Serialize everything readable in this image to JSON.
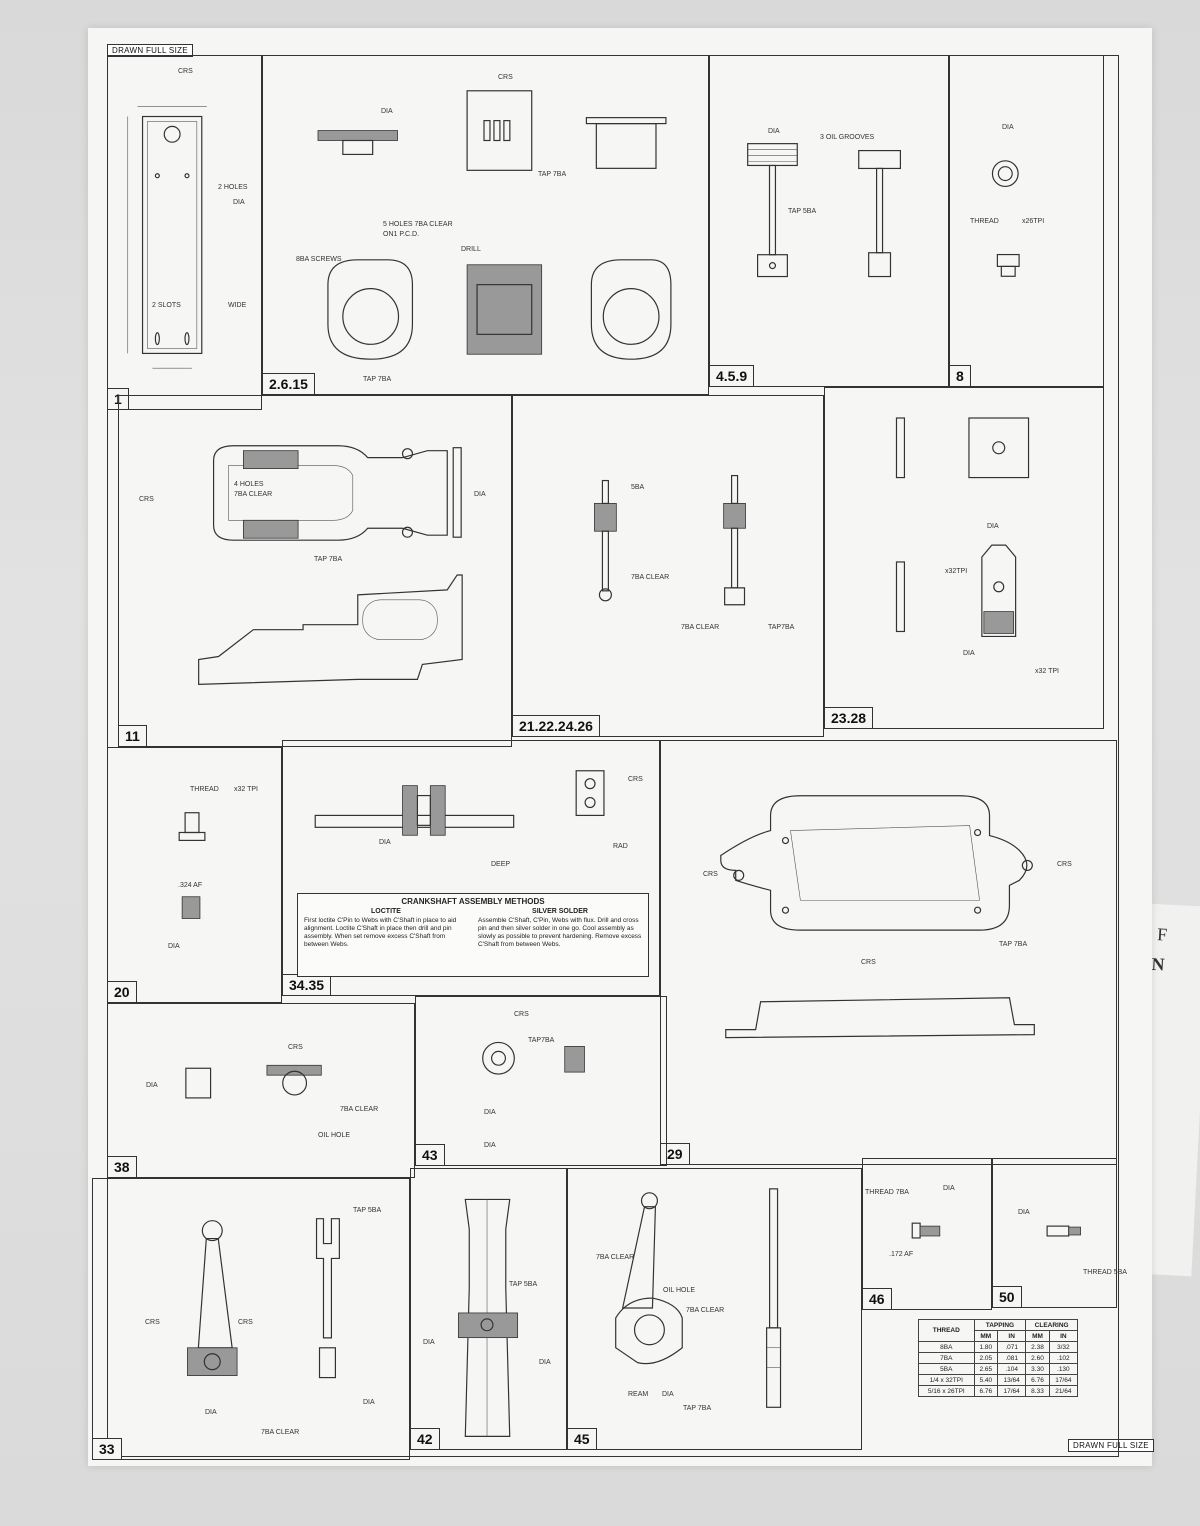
{
  "header": {
    "scale_label": "DRAWN FULL SIZE"
  },
  "footer": {
    "scale_label": "DRAWN FULL SIZE"
  },
  "panels": [
    {
      "id": "p1",
      "number": "1",
      "notes": [
        "2 HOLES",
        "2 SLOTS",
        "WIDE",
        "CRS",
        "DIA"
      ]
    },
    {
      "id": "p2",
      "number": "2.6.15",
      "notes": [
        "DIA",
        "CRS",
        "TAP 7BA",
        "5 HOLES 7BA CLEAR",
        "ON1 P.C.D.",
        "8BA SCREWS",
        "DRILL",
        "TAP 7BA"
      ]
    },
    {
      "id": "p3",
      "number": "4.5.9",
      "notes": [
        "DIA",
        "3 OIL GROOVES",
        "TAP 5BA"
      ]
    },
    {
      "id": "p4",
      "number": "8",
      "notes": [
        "DIA",
        "THREAD",
        "x26TPI"
      ]
    },
    {
      "id": "p5",
      "number": "11",
      "notes": [
        "CRS",
        "4 HOLES",
        "7BA CLEAR",
        "TAP 7BA",
        "DIA"
      ]
    },
    {
      "id": "p6",
      "number": "21.22.24.26",
      "notes": [
        "5BA",
        "7BA CLEAR",
        "7BA CLEAR",
        "TAP7BA"
      ]
    },
    {
      "id": "p7",
      "number": "23.28",
      "notes": [
        "DIA",
        "x32TPI",
        "DIA",
        "x32 TPI"
      ]
    },
    {
      "id": "p8",
      "number": "20",
      "notes": [
        "THREAD",
        "x32 TPI",
        ".324 AF",
        "DIA"
      ]
    },
    {
      "id": "p9",
      "number": "34.35",
      "notes": [
        "DIA",
        "DEEP",
        "RAD",
        "CRS"
      ]
    },
    {
      "id": "p10",
      "number": "29",
      "notes": [
        "CRS",
        "CRS",
        "TAP 7BA",
        "CRS"
      ]
    },
    {
      "id": "p11",
      "number": "38",
      "notes": [
        "DIA",
        "CRS",
        "7BA CLEAR",
        "OIL HOLE"
      ]
    },
    {
      "id": "p12",
      "number": "43",
      "notes": [
        "CRS",
        "TAP7BA",
        "DIA",
        "DIA"
      ]
    },
    {
      "id": "p13",
      "number": "33",
      "notes": [
        "CRS",
        "CRS",
        "TAP 5BA",
        "DIA",
        "7BA CLEAR",
        "DIA"
      ]
    },
    {
      "id": "p14",
      "number": "42",
      "notes": [
        "TAP 5BA",
        "DIA",
        "DIA"
      ]
    },
    {
      "id": "p15",
      "number": "45",
      "notes": [
        "7BA CLEAR",
        "OIL HOLE",
        "7BA CLEAR",
        "REAM",
        "DIA",
        "TAP 7BA"
      ]
    },
    {
      "id": "p16",
      "number": "46",
      "notes": [
        "THREAD 7BA",
        "DIA",
        ".172 AF"
      ]
    },
    {
      "id": "p17",
      "number": "50",
      "notes": [
        "DIA",
        "THREAD 5BA"
      ]
    }
  ],
  "assembly": {
    "title": "CRANKSHAFT ASSEMBLY METHODS",
    "loctite_heading": "LOCTITE",
    "loctite_text": "First loctite C'Pin to Webs with C'Shaft in place to aid alignment. Loctite C'Shaft in place then drill and pin assembly. When set remove excess C'Shaft from between Webs.",
    "solder_heading": "SILVER SOLDER",
    "solder_text": "Assemble C'Shaft, C'Pin, Webs with flux. Drill and cross pin and then silver solder in one go. Cool assembly as slowly as possible to prevent hardening. Remove excess C'Shaft from between Webs."
  },
  "thread_table": {
    "col_thread": "THREAD",
    "col_tapping": "TAPPING",
    "col_clearing": "CLEARING",
    "unit_mm": "MM",
    "unit_in": "IN",
    "rows": [
      [
        "8BA",
        "1.80",
        ".071",
        "2.38",
        "3/32"
      ],
      [
        "7BA",
        "2.05",
        ".081",
        "2.60",
        ".102"
      ],
      [
        "5BA",
        "2.65",
        ".104",
        "3.30",
        ".130"
      ],
      [
        "1/4 x 32TPI",
        "5.40",
        "13/64",
        "6.76",
        "17/64"
      ],
      [
        "5/16 x 26TPI",
        "6.76",
        "17/64",
        "8.33",
        "21/64"
      ]
    ]
  },
  "side_paper": {
    "line1": "F",
    "line2": "N"
  }
}
